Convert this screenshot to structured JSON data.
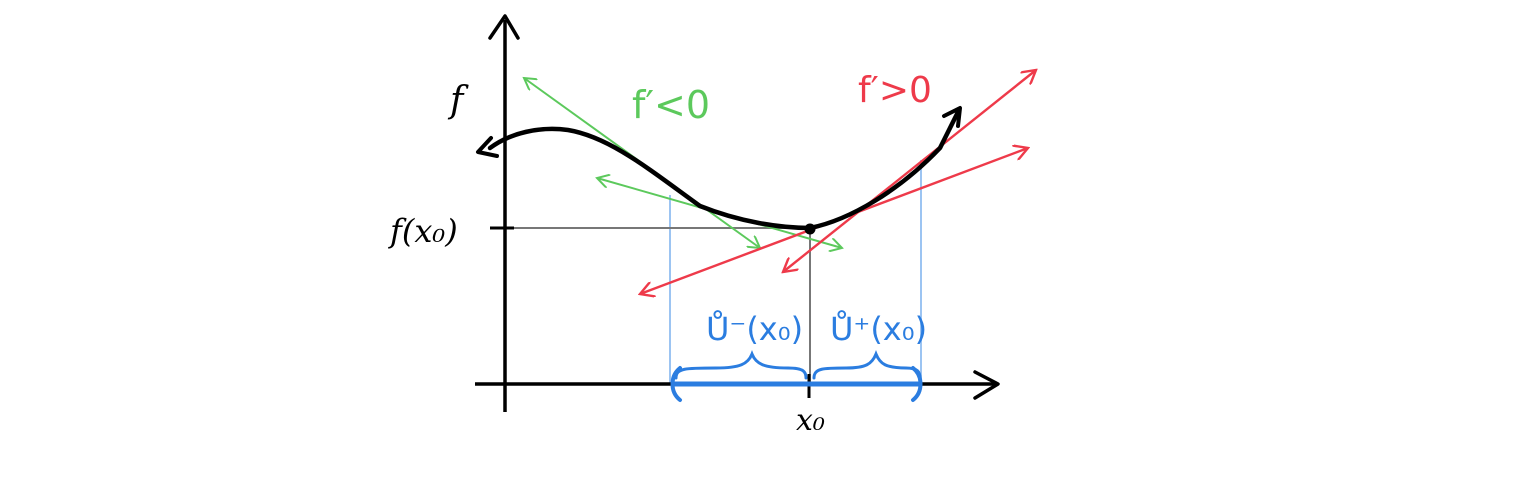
{
  "labels": {
    "f_axis": "f",
    "f_x0": "f(x₀)",
    "x0": "x₀",
    "neg_derivative": "f′<0",
    "pos_derivative": "f′>0",
    "left_neighborhood": "Ů⁻(x₀)",
    "right_neighborhood": "Ů⁺(x₀)"
  },
  "colors": {
    "curve": "#000000",
    "axes": "#000000",
    "guide": "#777777",
    "green": "#5cc95c",
    "red": "#ee3a4a",
    "blue": "#2b7de0",
    "blue_light": "#9cc4f2"
  }
}
